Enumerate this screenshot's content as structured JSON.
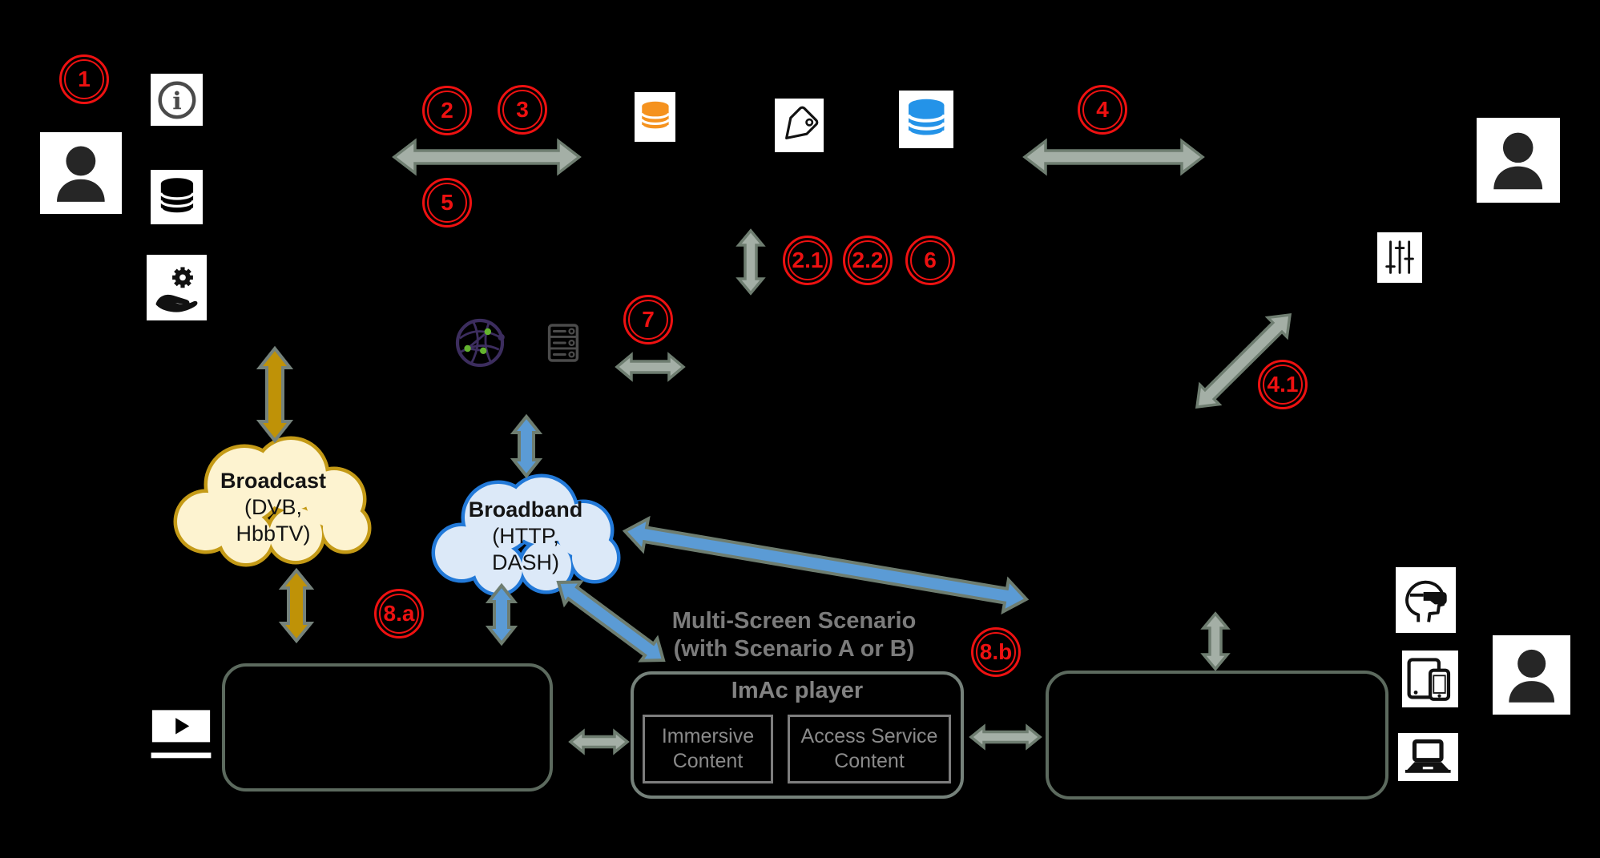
{
  "background": "#000000",
  "steps": {
    "n1": "1",
    "n2": "2",
    "n3": "3",
    "n5": "5",
    "n4": "4",
    "n2_1": "2.1",
    "n2_2": "2.2",
    "n6": "6",
    "n7": "7",
    "n4_1": "4.1",
    "n8a": "8.a",
    "n8b": "8.b"
  },
  "clouds": {
    "broadcast": {
      "line1": "Broadcast",
      "line2": "(DVB,",
      "line3": "HbbTV)"
    },
    "broadband": {
      "line1": "Broadband",
      "line2": "(HTTP,",
      "line3": "DASH)"
    }
  },
  "multiscreen": {
    "line1": "Multi-Screen Scenario",
    "line2": "(with Scenario A or B)"
  },
  "player": {
    "title": "ImAc player",
    "immersive": {
      "line1": "Immersive",
      "line2": "Content"
    },
    "access": {
      "line1": "Access Service",
      "line2": "Content"
    }
  },
  "colors": {
    "step_red": "#ee1111",
    "arrow_gray_fill": "#a4afa6",
    "arrow_outline": "#6e7d70",
    "arrow_gold_fill": "#bf9207",
    "arrow_blue_fill": "#5b9bd5",
    "broadcast_cloud_fill": "#fdf3d0",
    "broadcast_cloud_stroke": "#c49a16",
    "broadband_cloud_fill": "#dce9f8",
    "broadband_cloud_stroke": "#2279d8",
    "box_border": "#5c6a5e",
    "inner_box_border": "#7d7d7d",
    "label_gray": "#7b7b7b",
    "database_orange": "#f5921e",
    "database_blue": "#2493e8",
    "globe_purple": "#3c2d5e",
    "globe_green": "#63b32e"
  },
  "icons": {
    "top_left": [
      "user-icon",
      "info-icon",
      "database-icon",
      "service-hand-gear-icon"
    ],
    "top_middle": [
      "database-orange-icon",
      "tag-icon",
      "database-blue-icon"
    ],
    "middle": [
      "network-globe-icon",
      "server-icon"
    ],
    "top_right": [
      "user-icon",
      "sliders-icon"
    ],
    "bottom_left": [
      "tv-play-icon"
    ],
    "bottom_right": [
      "vr-headset-icon",
      "tablet-phone-icon",
      "laptop-icon",
      "user-icon"
    ]
  }
}
